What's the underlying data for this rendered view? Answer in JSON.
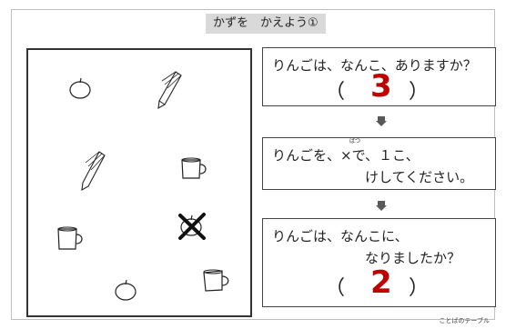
{
  "title": "かずを　かえよう①",
  "questions": {
    "q1_text": "りんごは、なんこ、ありますか？",
    "q1_open": "（",
    "q1_answer": "3",
    "q1_close": "）",
    "q2_line1": "りんごを、×で、１こ、",
    "q2_ruby": "ばつ",
    "q2_line2": "けしてください。",
    "q3_line1": "りんごは、なんこに、",
    "q3_line2": "なりましたか？",
    "q3_open": "（",
    "q3_answer": "2",
    "q3_close": "）"
  },
  "footer": "ことばのテーブル",
  "icons": [
    "apple-icon",
    "pencil-icon",
    "mug-icon",
    "arrow-down-icon",
    "cross-mark-icon"
  ],
  "colors": {
    "answer": "#c00000",
    "title_bg": "#d9d9d9"
  }
}
